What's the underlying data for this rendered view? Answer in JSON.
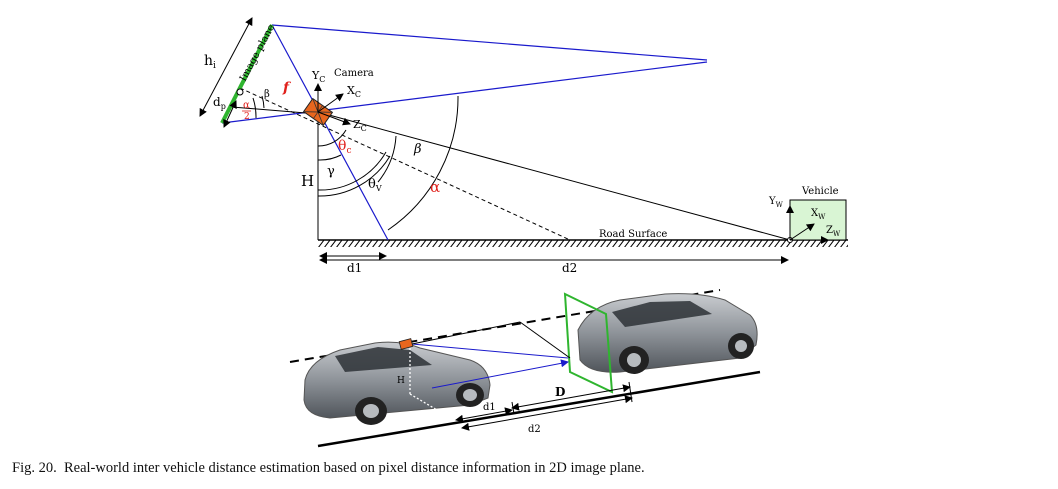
{
  "figure": {
    "caption_label": "Fig. 20.",
    "caption_text": "Real-world inter vehicle distance estimation based on pixel distance information in 2D image plane.",
    "top_diagram": {
      "image_plane_label": "Image plane",
      "hi_label": "h",
      "hi_sub": "i",
      "dp_label": "d",
      "dp_sub": "p",
      "f_label": "f",
      "beta_small_label": "β",
      "alpha_half_num": "α",
      "alpha_half_den": "2",
      "camera_label": "Camera",
      "yc_label": "Y",
      "yc_sub": "C",
      "xc_label": "X",
      "xc_sub": "C",
      "zc_label": "Z",
      "zc_sub": "C",
      "theta_c_label": "θ",
      "theta_c_sub": "c",
      "theta_v_label": "θ",
      "theta_v_sub": "V",
      "gamma_label": "γ",
      "beta_label": "β",
      "alpha_label": "α",
      "H_label": "H",
      "road_surface_label": "Road Surface",
      "vehicle_label": "Vehicle",
      "yw_label": "Y",
      "yw_sub": "W",
      "xw_label": "X",
      "xw_sub": "W",
      "zw_label": "Z",
      "zw_sub": "W",
      "d1_label": "d1",
      "d2_label": "d2"
    },
    "bottom_diagram": {
      "H_label": "H",
      "D_label": "D",
      "d1_label": "d1",
      "d2_label": "d2"
    },
    "colors": {
      "image_plane": "#2fb52f",
      "rays": "#1a1acc",
      "camera_body": "#e8661e",
      "red_labels": "#e0201b",
      "vehicle_box": "#d9f5d4",
      "car_body": "#8e9399"
    }
  }
}
